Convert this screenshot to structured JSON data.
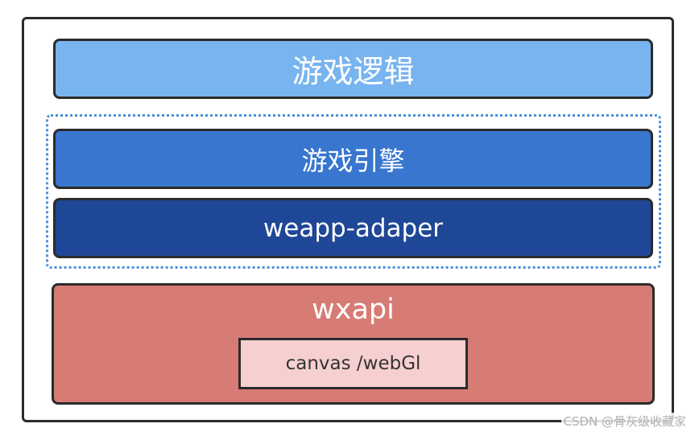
{
  "layers": {
    "game_logic": "游戏逻辑",
    "game_engine": "游戏引擎",
    "adapter": "weapp-adaper",
    "wxapi": "wxapi",
    "canvas": "canvas /webGl"
  },
  "watermark": "CSDN @骨灰级收藏家",
  "colors": {
    "game_logic": "#78b4ef",
    "game_engine": "#3876cf",
    "adapter": "#1f4797",
    "wxapi": "#d77b75",
    "canvas": "#f6cfd1",
    "dotted_border": "#4a90d9"
  }
}
